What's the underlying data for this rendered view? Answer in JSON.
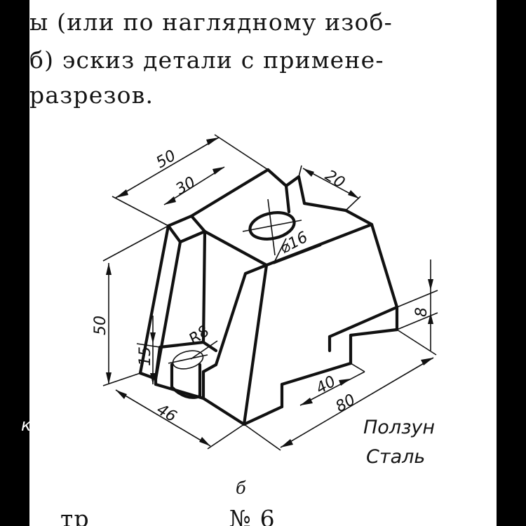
{
  "page": {
    "text_lines": [
      "ы (или по наглядному изоб-",
      "б) эскиз детали с примене-",
      "разрезов."
    ],
    "bottom_text": "тр                 № 6",
    "margin_mark": "к"
  },
  "drawing": {
    "part_name": "Ползун",
    "material": "Сталь",
    "figure_label": "б",
    "dimensions": {
      "top_length": "50",
      "top_inner": "30",
      "slot_width": "20",
      "hole_diameter": "⌀16",
      "height": "50",
      "groove_depth": "8",
      "step_height": "15",
      "fillet_radius": "R8",
      "depth": "46",
      "bottom_slot": "40",
      "length": "80"
    }
  }
}
